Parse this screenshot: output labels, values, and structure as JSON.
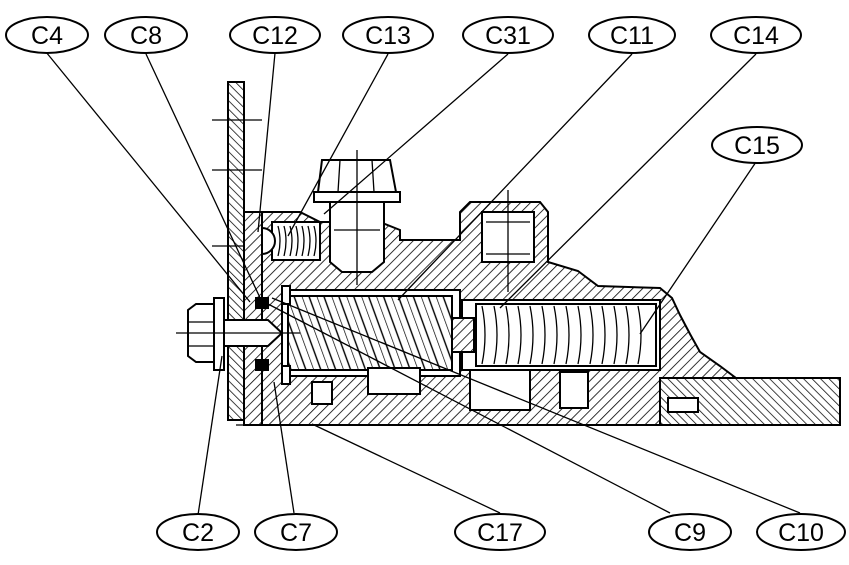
{
  "callouts": {
    "c4": "C4",
    "c8": "C8",
    "c12": "C12",
    "c13": "C13",
    "c31": "C31",
    "c11": "C11",
    "c14": "C14",
    "c15": "C15",
    "c2": "C2",
    "c7": "C7",
    "c17": "C17",
    "c9": "C9",
    "c10": "C10"
  },
  "colors": {
    "ink": "#000000",
    "paper": "#ffffff"
  }
}
